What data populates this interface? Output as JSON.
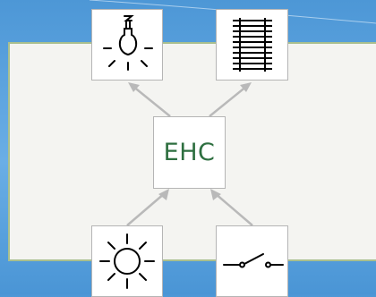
{
  "diagram": {
    "center_node": {
      "label": "EHC",
      "label_color": "#2e6f40"
    },
    "outputs": [
      {
        "name": "lamp",
        "icon": "lightbulb-icon"
      },
      {
        "name": "blind",
        "icon": "window-blind-icon"
      }
    ],
    "inputs": [
      {
        "name": "sun",
        "icon": "sun-icon"
      },
      {
        "name": "switch",
        "icon": "switch-icon"
      }
    ],
    "colors": {
      "background": "#5aa3de",
      "panel": "#f4f4f1",
      "panel_border": "#a9bf8e",
      "arrow": "#b9b9b9"
    }
  }
}
